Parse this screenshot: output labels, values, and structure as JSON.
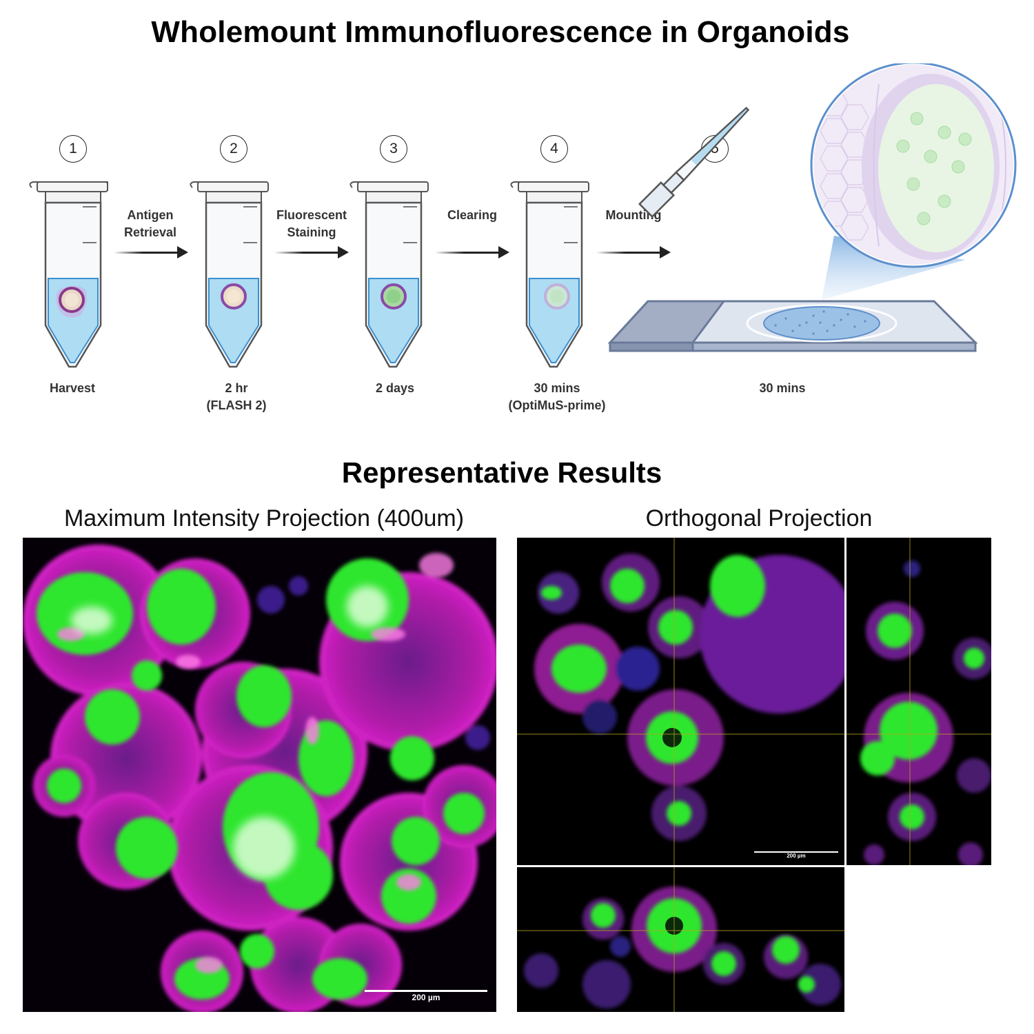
{
  "title": "Wholemount Immunofluorescence in Organoids",
  "steps": [
    {
      "num": "1",
      "time": "Harvest",
      "sub": ""
    },
    {
      "num": "2",
      "time": "2 hr",
      "sub": "(FLASH 2)"
    },
    {
      "num": "3",
      "time": "2 days",
      "sub": ""
    },
    {
      "num": "4",
      "time": "30 mins",
      "sub": "(OptiMuS-prime)"
    },
    {
      "num": "5",
      "time": "30 mins",
      "sub": ""
    }
  ],
  "transitions": [
    {
      "line1": "Antigen",
      "line2": "Retrieval"
    },
    {
      "line1": "Fluorescent",
      "line2": "Staining"
    },
    {
      "line1": "Clearing",
      "line2": ""
    },
    {
      "line1": "Mounting",
      "line2": ""
    }
  ],
  "results": {
    "heading": "Representative Results",
    "left_title": "Maximum Intensity Projection (400um)",
    "right_title": "Orthogonal Projection",
    "scale_left": "200 µm",
    "scale_right": "200 µm"
  },
  "colors": {
    "green": "#2ee62e",
    "magenta": "#d41ad4",
    "blue": "#2a3cc8",
    "tube_fluid": "#aedcf2",
    "slide": "#8a9ab8"
  }
}
